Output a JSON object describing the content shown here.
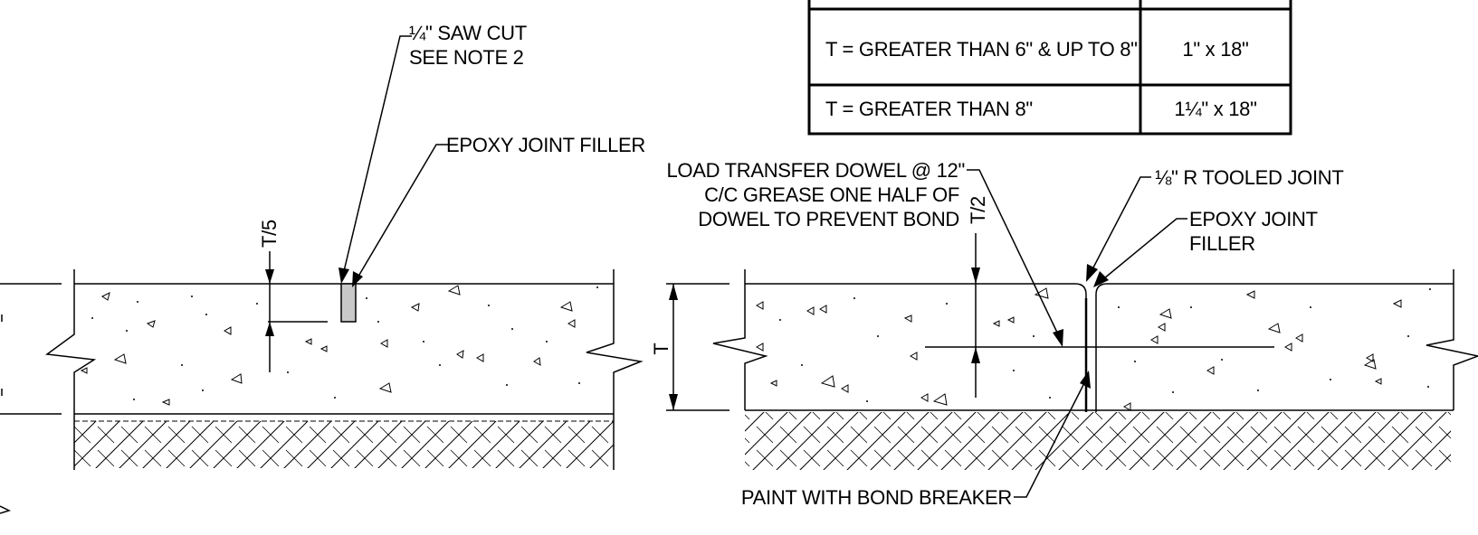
{
  "table": {
    "rows": [
      {
        "condition": "T = GREATER THAN 6\" & UP TO 8\"",
        "dowel": "1\" x 18\""
      },
      {
        "condition": "T = GREATER THAN 8\"",
        "dowel": "1¼\" x 18\""
      }
    ]
  },
  "left_detail": {
    "saw_cut_line1": "¼\" SAW CUT",
    "saw_cut_line2": "SEE NOTE 2",
    "epoxy_filler": "EPOXY JOINT FILLER",
    "depth_label": "T/5"
  },
  "right_detail": {
    "dowel_line1": "LOAD TRANSFER DOWEL @ 12\"",
    "dowel_line2": "C/C GREASE ONE HALF OF",
    "dowel_line3": "DOWEL TO PREVENT BOND",
    "half_depth_label": "T/2",
    "tooled_joint": "⅛\" R TOOLED JOINT",
    "epoxy_line1": "EPOXY JOINT",
    "epoxy_line2": "FILLER",
    "thickness_label": "T",
    "bond_breaker": "PAINT WITH BOND BREAKER"
  }
}
